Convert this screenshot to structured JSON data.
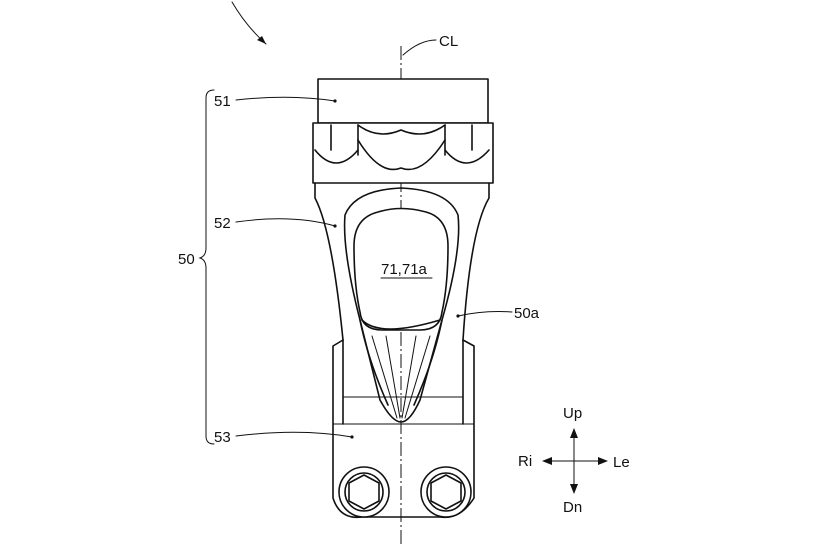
{
  "labels": {
    "centerline": "CL",
    "part_51": "51",
    "part_52": "52",
    "part_50": "50",
    "part_53": "53",
    "part_50a": "50a",
    "part_71": "71,71a"
  },
  "directions": {
    "up": "Up",
    "down": "Dn",
    "right": "Ri",
    "left": "Le"
  }
}
